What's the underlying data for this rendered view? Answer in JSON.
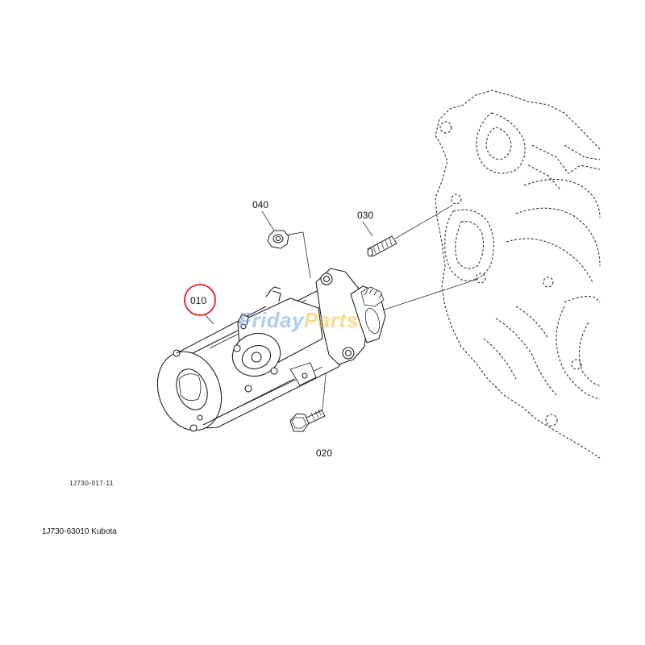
{
  "diagram": {
    "callouts": {
      "starter": "010",
      "bolt": "020",
      "stud": "030",
      "nut": "040"
    },
    "drawing_code": "1J730-017-11",
    "caption": "1J730-63010 Kubota",
    "watermark": {
      "part1": "Friday",
      "part2": "Parts"
    },
    "highlight_color": "#e0252d",
    "watermark_colors": {
      "primary": "#6fa6e0",
      "accent": "#f0c23a"
    }
  }
}
